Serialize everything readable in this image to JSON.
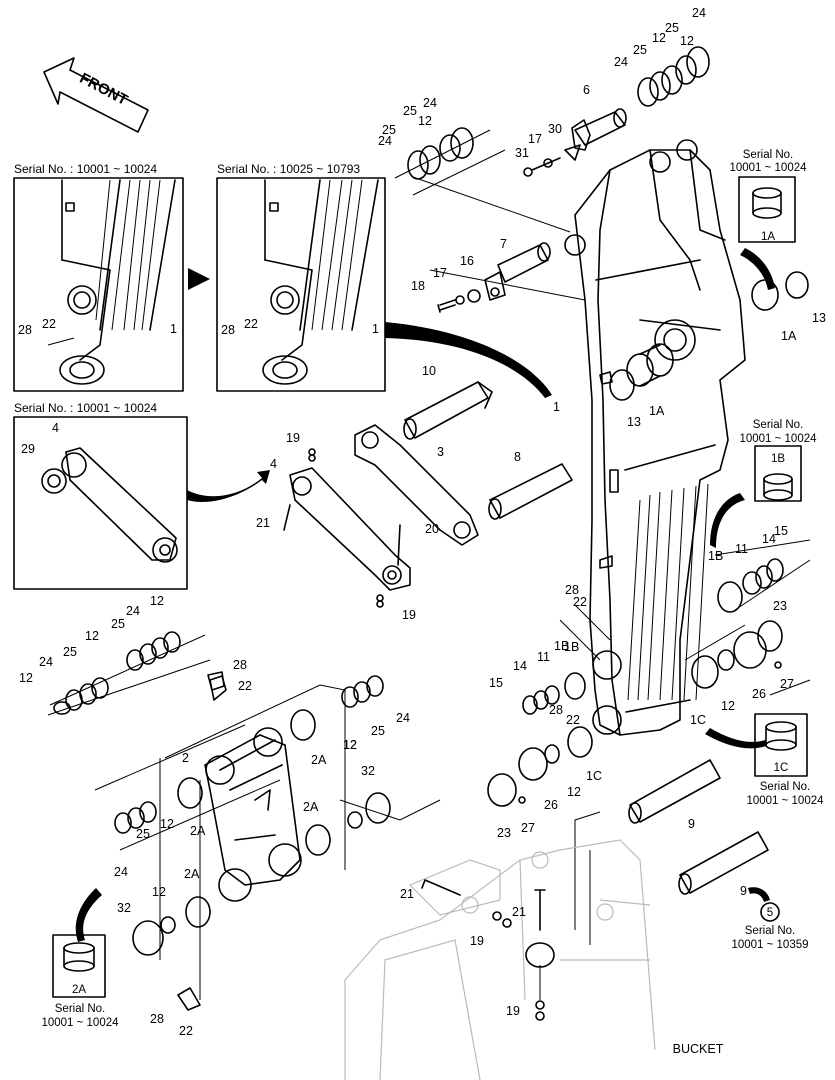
{
  "front_label": "FRONT",
  "bucket_label": "BUCKET",
  "insets": [
    {
      "serial": "Serial No. : 10001 ~ 10024",
      "parts": [
        "1",
        "28",
        "22"
      ]
    },
    {
      "serial": "Serial No. : 10025 ~ 10793",
      "parts": [
        "1",
        "28",
        "22"
      ]
    },
    {
      "serial": "Serial No. : 10001 ~ 10024",
      "parts": [
        "4",
        "29"
      ]
    }
  ],
  "detail_boxes": [
    {
      "part": "1A",
      "serial_label": "Serial No.",
      "serial_range": "10001 ~ 10024"
    },
    {
      "part": "1B",
      "serial_label": "Serial No.",
      "serial_range": "10001 ~ 10024"
    },
    {
      "part": "1C",
      "serial_label": "Serial No.",
      "serial_range": "10001 ~ 10024"
    },
    {
      "part": "2A",
      "serial_label": "Serial No.",
      "serial_range": "10001 ~ 10024"
    }
  ],
  "reference": {
    "number": "5",
    "serial_label": "Serial No.",
    "serial_range": "10001 ~ 10359"
  },
  "callouts": [
    "24",
    "25",
    "12",
    "12",
    "25",
    "24",
    "6",
    "24",
    "25",
    "12",
    "25",
    "24",
    "17",
    "30",
    "31",
    "7",
    "16",
    "17",
    "18",
    "13",
    "1A",
    "1A",
    "13",
    "1",
    "10",
    "3",
    "8",
    "19",
    "4",
    "21",
    "20",
    "19",
    "1B",
    "11",
    "14",
    "15",
    "1B",
    "28",
    "22",
    "23",
    "12",
    "27",
    "26",
    "1B",
    "14",
    "15",
    "11",
    "28",
    "22",
    "1C",
    "1C",
    "12",
    "26",
    "27",
    "23",
    "9",
    "9",
    "12",
    "24",
    "25",
    "12",
    "24",
    "25",
    "12",
    "28",
    "22",
    "2",
    "2A",
    "12",
    "25",
    "24",
    "12",
    "32",
    "2A",
    "2A",
    "25",
    "12",
    "24",
    "2A",
    "12",
    "32",
    "21",
    "21",
    "19",
    "19",
    "28",
    "22"
  ]
}
